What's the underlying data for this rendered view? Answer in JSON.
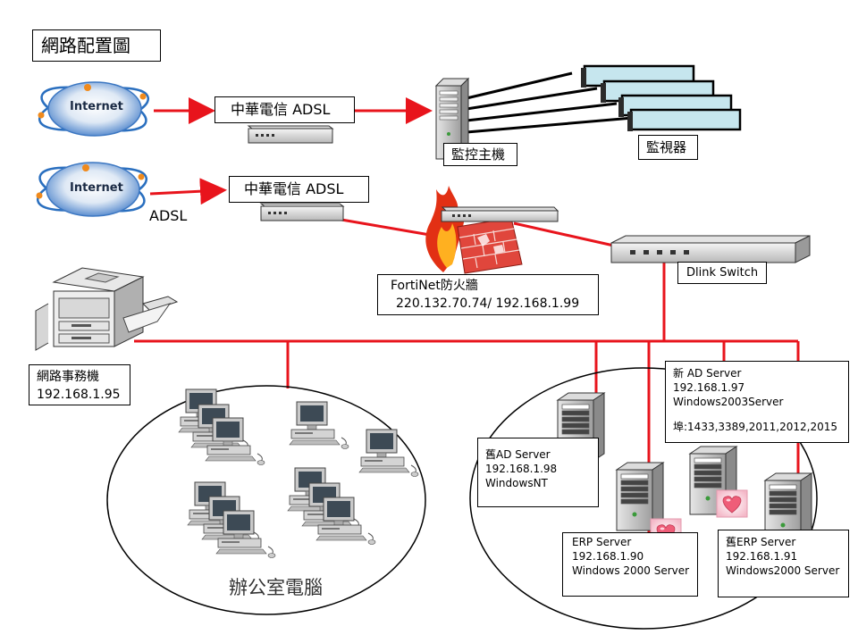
{
  "title": "網路配置圖",
  "internet": {
    "label_1": "Internet",
    "label_2": "Internet",
    "adsl_text": "ADSL"
  },
  "modems": {
    "modem_1": "中華電信 ADSL",
    "modem_2": "中華電信 ADSL"
  },
  "dvr": {
    "label": "監控主機"
  },
  "monitors": {
    "label": "監視器"
  },
  "firewall": {
    "name": "FortiNet防火牆",
    "ip": "220.132.70.74/ 192.168.1.99"
  },
  "switch": {
    "label": "Dlink Switch"
  },
  "printer": {
    "name": "網路事務機",
    "ip": "192.168.1.95"
  },
  "office": {
    "label": "辦公室電腦"
  },
  "servers": {
    "new_ad": {
      "name": "新 AD Server",
      "ip": "192.168.1.97",
      "os": "Windows2003Server",
      "ports": "埠:1433,3389,2011,2012,2015"
    },
    "old_ad": {
      "name": "舊AD  Server",
      "ip": "192.168.1.98",
      "os": "WindowsNT"
    },
    "erp": {
      "name": "ERP  Server",
      "ip": "192.168.1.90",
      "os": "Windows 2000 Server"
    },
    "old_erp": {
      "name": "舊ERP  Server",
      "ip": "192.168.1.91",
      "os": "Windows2000 Server"
    }
  },
  "colors": {
    "wire": "#e8141c",
    "monitor_fill": "#c6e6ee",
    "cloud": "#2a6fbf",
    "brick": "#e0463c"
  }
}
